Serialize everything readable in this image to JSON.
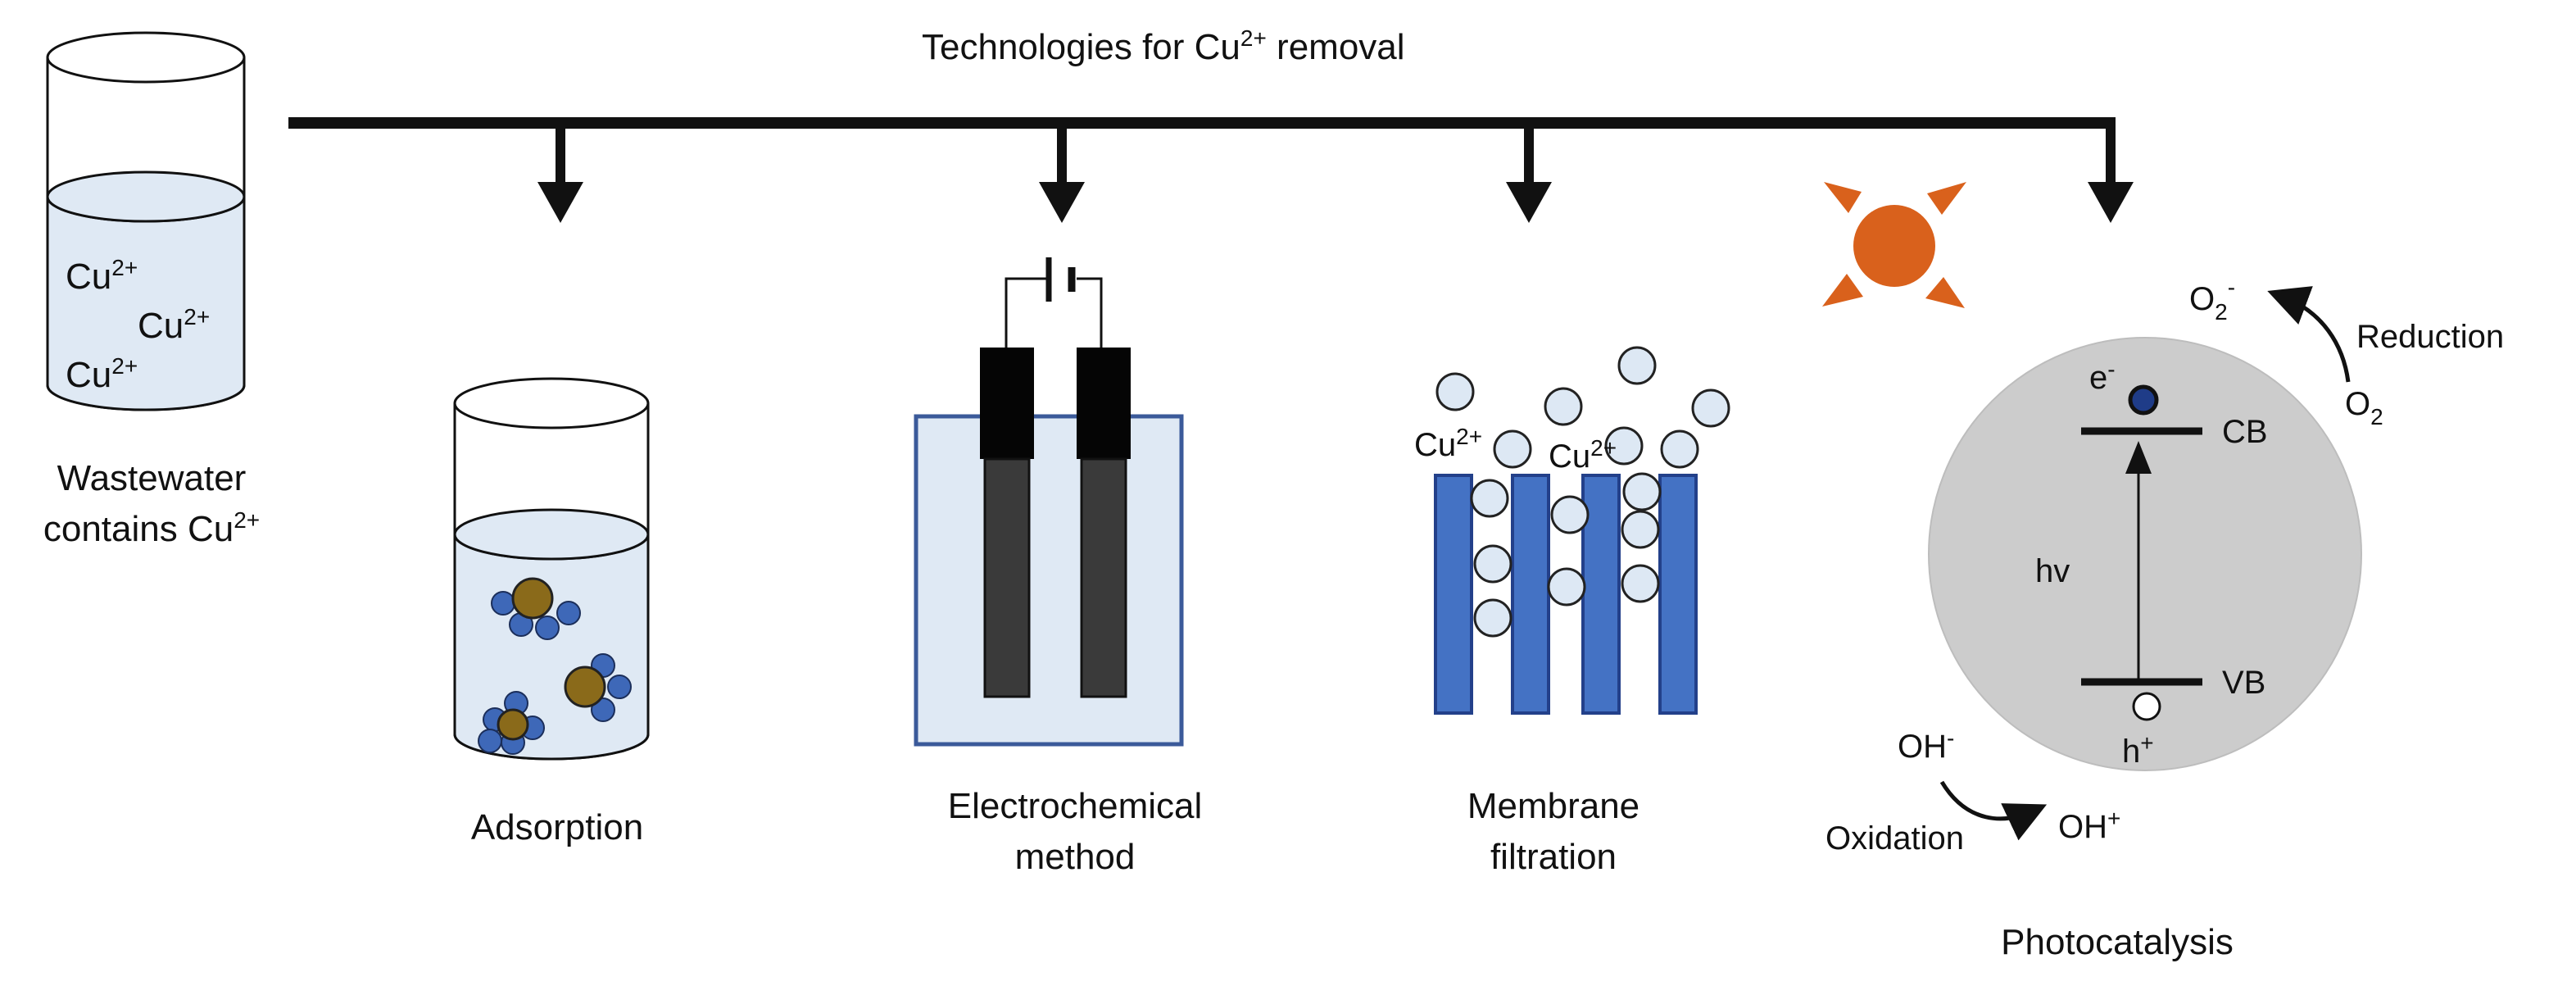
{
  "title": {
    "base": "Technologies for Cu",
    "sup": "2+",
    "tail": " removal"
  },
  "colors": {
    "water": "#dfe9f4",
    "bubble": "#dde8f4",
    "adsorbent": "#8a6a1a",
    "ion": "#3e68b8",
    "membrane": "#4472c4",
    "electrode": "#3a3a3a",
    "sun": "#d9611c",
    "particle": "#cccccc"
  },
  "wastewater": {
    "ions": [
      {
        "base": "Cu",
        "sup": "2+"
      },
      {
        "base": "Cu",
        "sup": "2+"
      },
      {
        "base": "Cu",
        "sup": "2+"
      }
    ],
    "label_line1": "Wastewater",
    "label_line2_base": "contains Cu",
    "label_line2_sup": "2+"
  },
  "adsorption": {
    "label": "Adsorption"
  },
  "electrochemical": {
    "label_line1": "Electrochemical",
    "label_line2": "method"
  },
  "membrane": {
    "ion_labels": [
      {
        "base": "Cu",
        "sup": "2+"
      },
      {
        "base": "Cu",
        "sup": "2+"
      }
    ],
    "label_line1": "Membrane",
    "label_line2": "filtration"
  },
  "photocatalysis": {
    "label": "Photocatalysis",
    "electron": {
      "base": "e",
      "sup": "-"
    },
    "hole": {
      "base": "h",
      "sup": "+"
    },
    "cb": "CB",
    "vb": "VB",
    "hv": "hv",
    "o2_minus": {
      "base": "O",
      "sub": "2",
      "sup": "-"
    },
    "o2": {
      "base": "O",
      "sub": "2"
    },
    "reduction": "Reduction",
    "oh_minus": {
      "base": "OH",
      "sup": "-"
    },
    "oh_radical": {
      "base": "OH",
      "sup": "+"
    },
    "oxidation": "Oxidation"
  }
}
